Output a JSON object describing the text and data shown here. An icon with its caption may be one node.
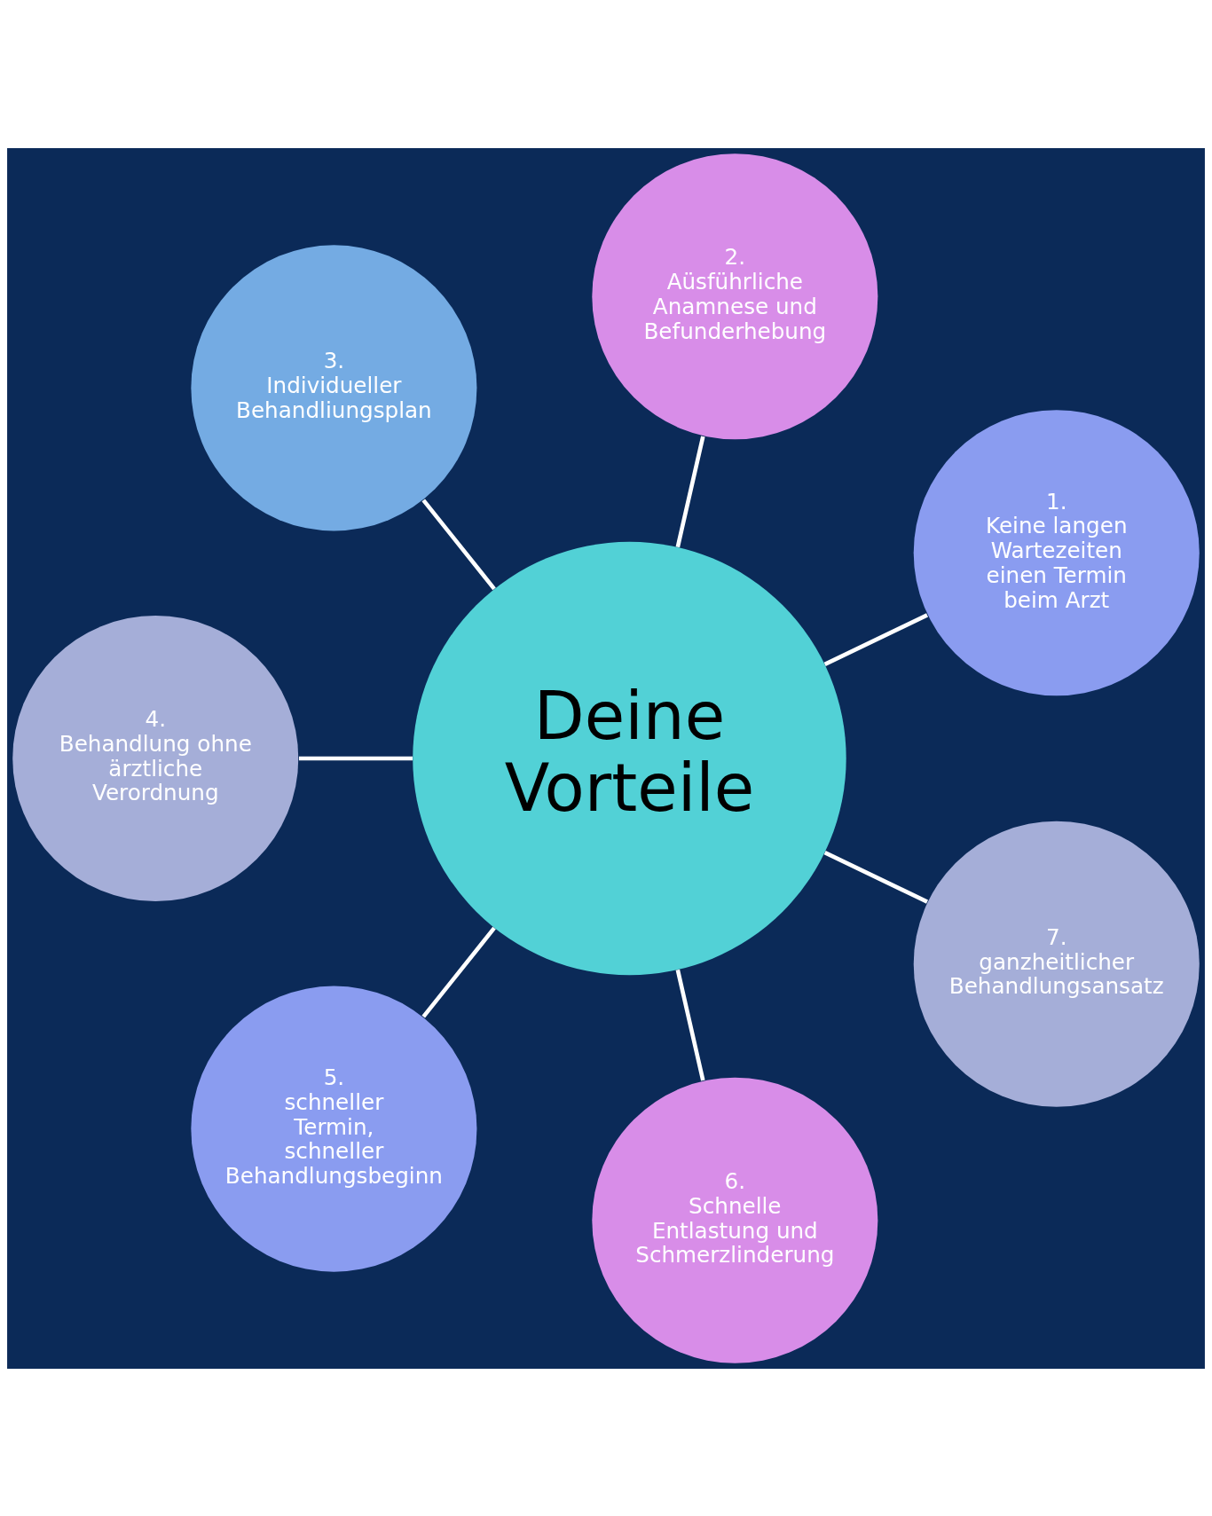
{
  "diagram": {
    "nodes": [
      {
        "text": [
          "Deine Vorteile"
        ]
      },
      {
        "text": [
          "1.",
          "Keine langen Wartezeiten einen Termin beim Arzt"
        ]
      },
      {
        "text": [
          "2.",
          "Aüsführliche Anamnese und Befunderhebung"
        ]
      },
      {
        "text": [
          "3.",
          "Individueller Behandliungsplan"
        ]
      },
      {
        "text": [
          "4.",
          "Behandlung ohne ärztliche Verordnung"
        ]
      },
      {
        "text": [
          "5.",
          "schneller Termin, schneller Behandlungsbeginn"
        ]
      },
      {
        "text": [
          "6.",
          "Schnelle Entlastung und Schmerzlinderung"
        ]
      },
      {
        "text": [
          "7.",
          "ganzheitlicher Behandlungsansatz"
        ]
      }
    ],
    "edges": [
      {
        "from": 0,
        "to": 1,
        "arrow": "none"
      },
      {
        "from": 0,
        "to": 2,
        "arrow": "none"
      },
      {
        "from": 0,
        "to": 3,
        "arrow": "none"
      },
      {
        "from": 0,
        "to": 4,
        "arrow": "none"
      },
      {
        "from": 0,
        "to": 5,
        "arrow": "none"
      },
      {
        "from": 0,
        "to": 6,
        "arrow": "none"
      },
      {
        "from": 0,
        "to": 7,
        "arrow": "none"
      }
    ]
  }
}
